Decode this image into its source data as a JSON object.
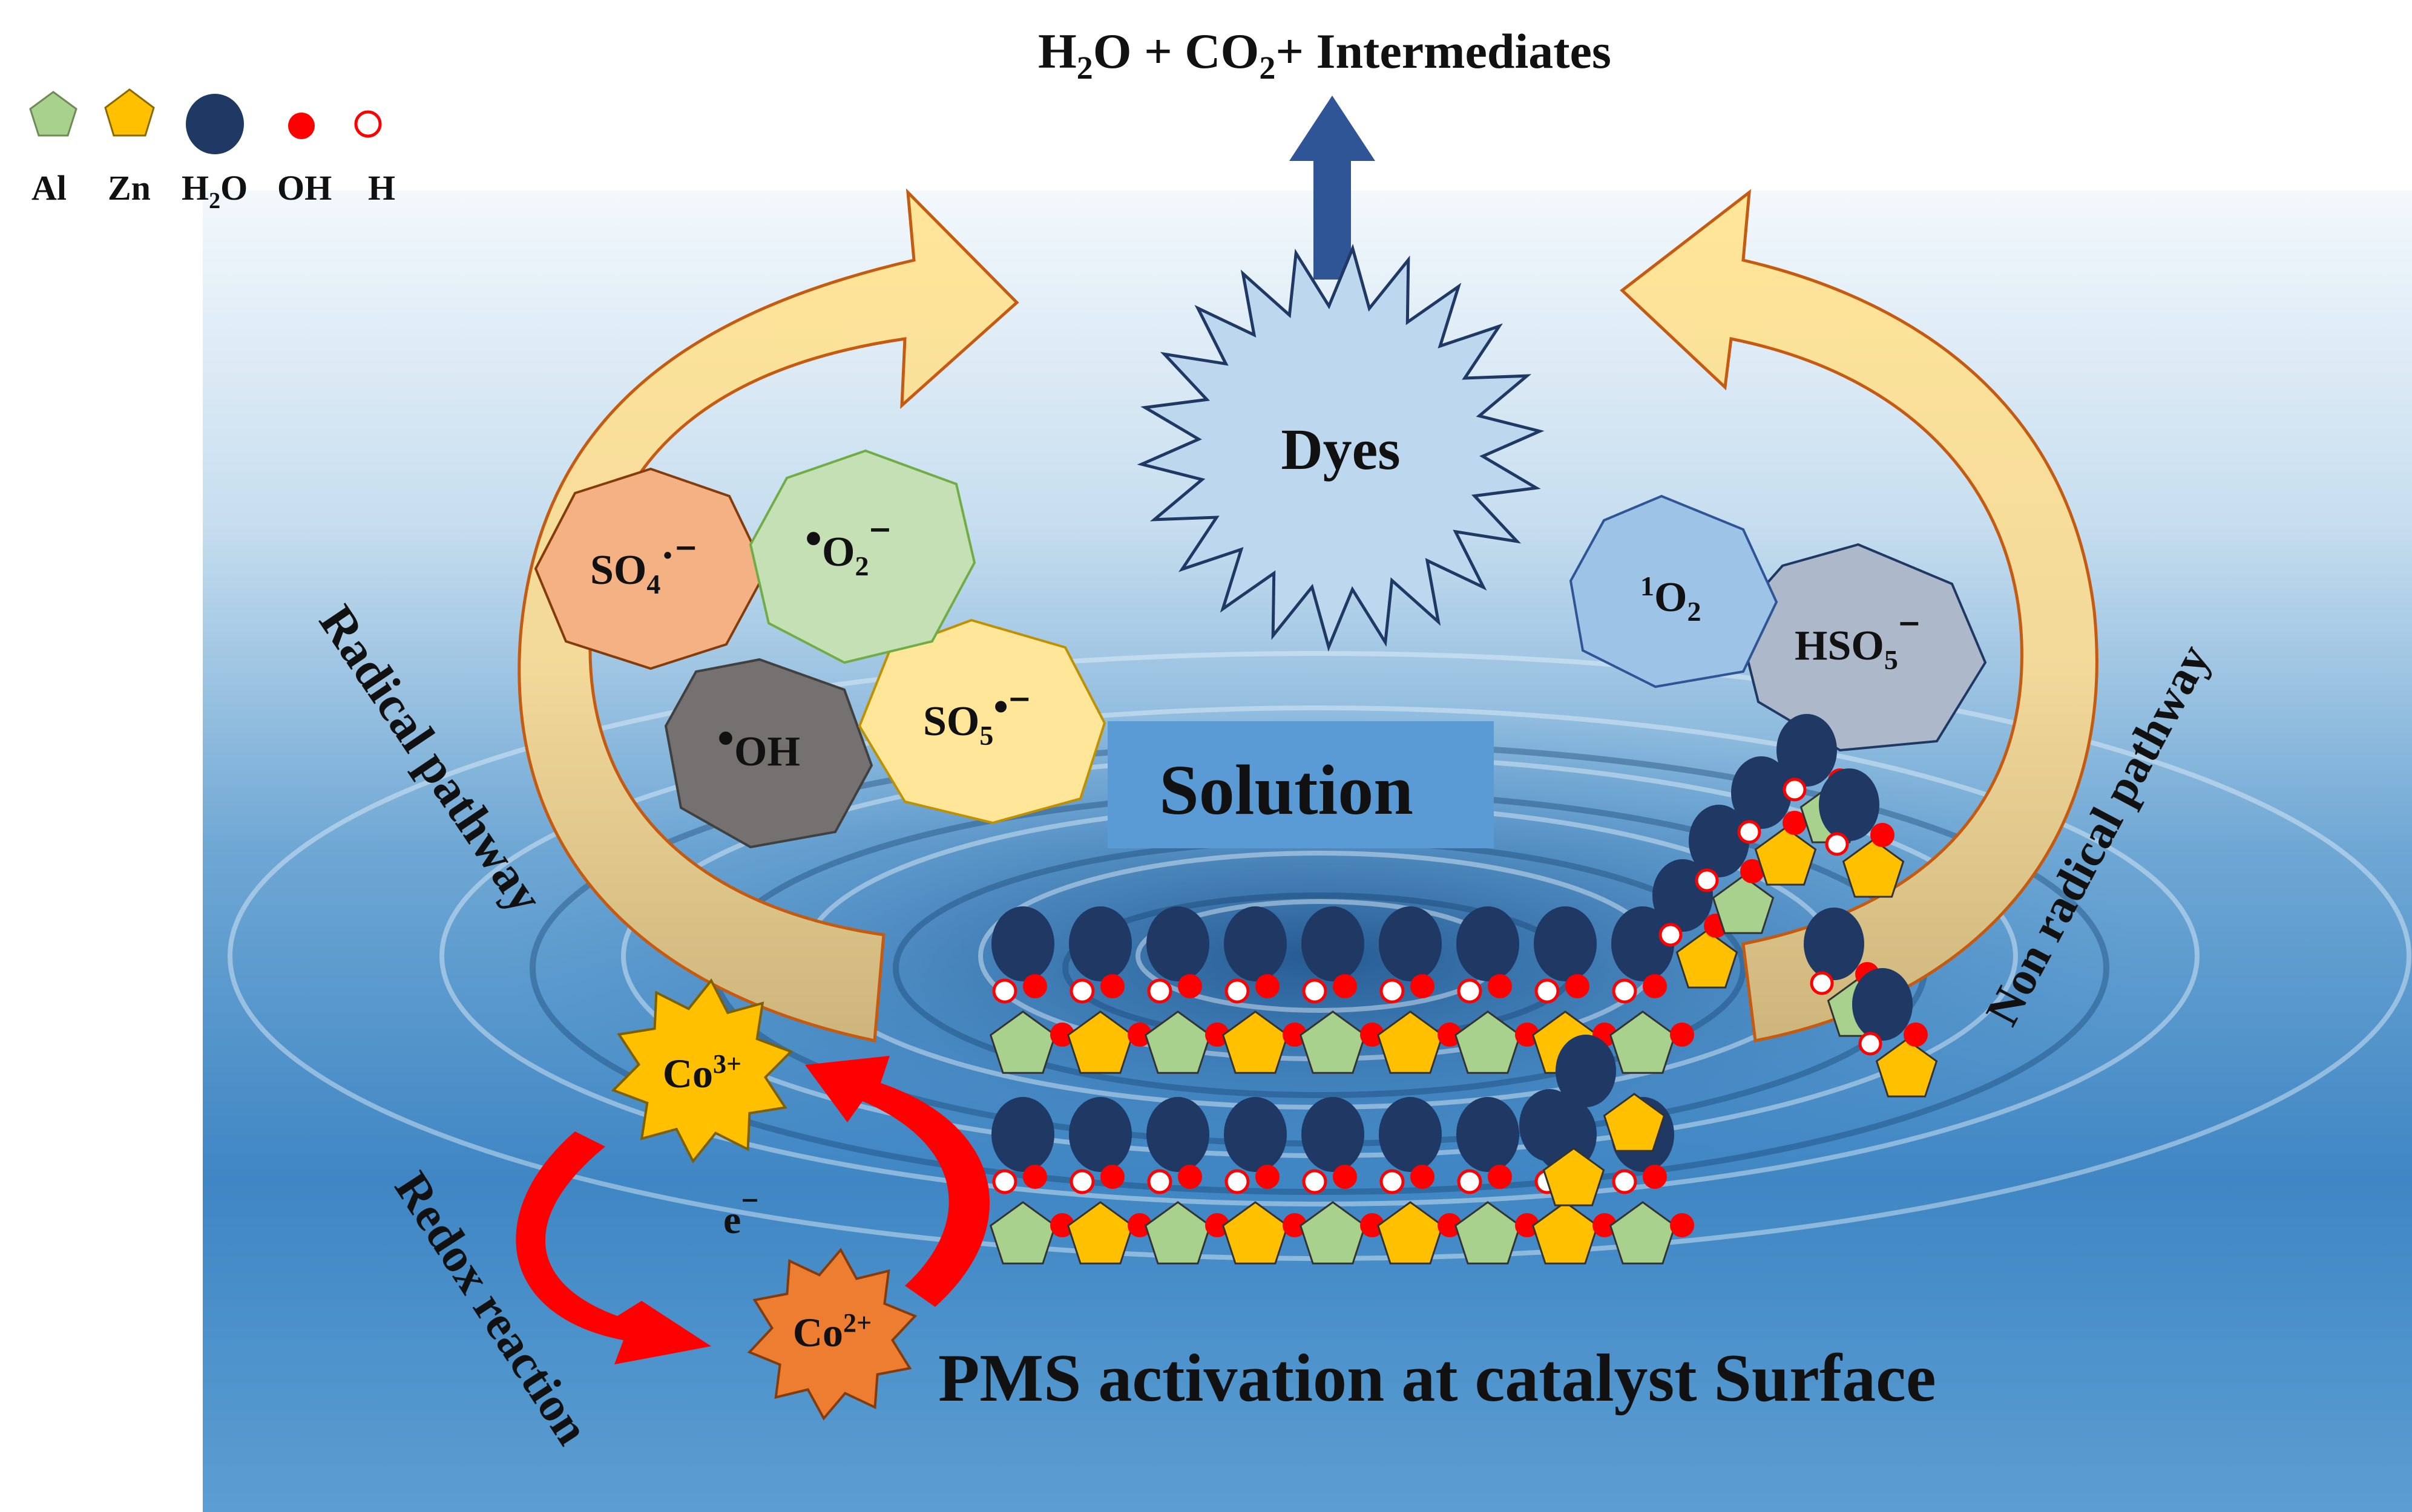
{
  "title": {
    "h2o_h": "H",
    "h2o_sub": "2",
    "h2o_o": "O + CO",
    "co2_sub": "2",
    "rest": "+ Intermediates"
  },
  "legend": {
    "al": "Al",
    "zn": "Zn",
    "h2o_h": "H",
    "h2o_sub": "2",
    "h2o_o": "O",
    "oh": "OH",
    "h": "H"
  },
  "colors": {
    "al": "#a9d18e",
    "zn": "#ffc000",
    "water": "#1f3864",
    "oh": "#ff0000",
    "h": "#ffffff",
    "so4": "#f4b183",
    "o2rad": "#c5e0b4",
    "so5": "#ffe699",
    "ohrad": "#767171",
    "singlet": "#9dc3e6",
    "hso5": "#adb9ca",
    "dyes": "#bdd7ee",
    "solution": "#5b9bd5",
    "co3": "#ffc000",
    "co2": "#ed7d31",
    "redox": "#ff0000",
    "arrow_fill": "#ffe699",
    "arrow_dark": "#d6b978"
  },
  "dyes": "Dyes",
  "solution": "Solution",
  "radicals": {
    "so4": {
      "main": "SO",
      "sub": "4",
      "sup": "·⁻"
    },
    "o2": {
      "pre": "•",
      "main": "O",
      "sub": "2",
      "sup": "⁻"
    },
    "oh": {
      "pre": "•",
      "main": "OH"
    },
    "so5": {
      "main": "SO",
      "sub": "5",
      "sup": "•⁻"
    }
  },
  "nonradicals": {
    "singlet": {
      "sup": "1",
      "main": "O",
      "sub": "2"
    },
    "hso5": {
      "main": "HSO",
      "sub": "5",
      "sup": "⁻"
    }
  },
  "pathways": {
    "radical": "Radical pathway",
    "nonradical": "Non radical pathway",
    "redox": "Redox reaction"
  },
  "cobalt": {
    "co3_main": "Co",
    "co3_sup": "3+",
    "co2_main": "Co",
    "co2_sup": "2+",
    "electron": "e",
    "electron_sup": "⁻"
  },
  "bottom_label": "PMS activation at catalyst Surface"
}
